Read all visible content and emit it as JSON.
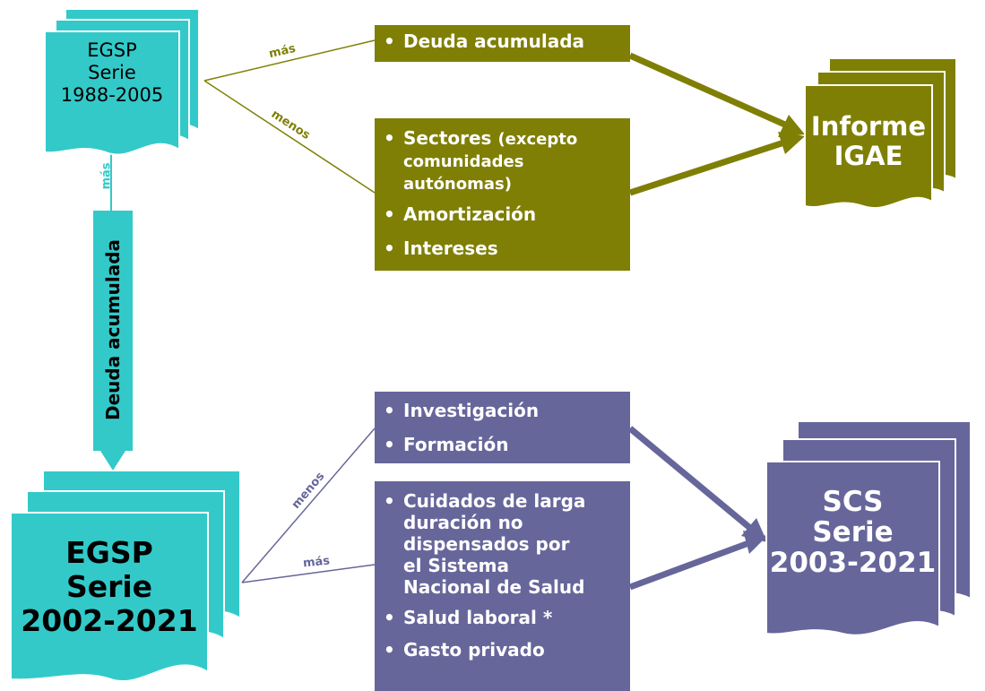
{
  "colors": {
    "teal": "#33c9c9",
    "olive": "#7f7f05",
    "purple": "#66669b"
  },
  "doc_egsp_1988": {
    "line1": "EGSP",
    "line2": "Serie",
    "line3": "1988-2005"
  },
  "doc_egsp_2002": {
    "line1": "EGSP",
    "line2": "Serie",
    "line3": "2002-2021"
  },
  "doc_igae": {
    "line1": "Informe",
    "line2": "IGAE"
  },
  "doc_scs": {
    "line1": "SCS",
    "line2": "Serie",
    "line3": "2003-2021"
  },
  "box_deuda": {
    "item1": "Deuda acumulada"
  },
  "box_sectores": {
    "item1_main": "Sectores",
    "item1_sub_line1": "(excepto",
    "item1_sub_line2": "comunidades",
    "item1_sub_line3": "autónomas)",
    "item2": "Amortización",
    "item3": "Intereses"
  },
  "box_investigacion": {
    "item1": "Investigación",
    "item2": "Formación"
  },
  "box_cuidados": {
    "item1_line1": "Cuidados de larga",
    "item1_line2": "duración no",
    "item1_line3": "dispensados por",
    "item1_line4": "el Sistema",
    "item1_line5": "Nacional de Salud",
    "item2": "Salud laboral *",
    "item3": "Gasto privado"
  },
  "labels": {
    "mas_top": "más",
    "menos_top": "menos",
    "mas_vertical": "más",
    "arrow_vertical": "Deuda acumulada",
    "menos_bottom": "menos",
    "mas_bottom": "más"
  }
}
